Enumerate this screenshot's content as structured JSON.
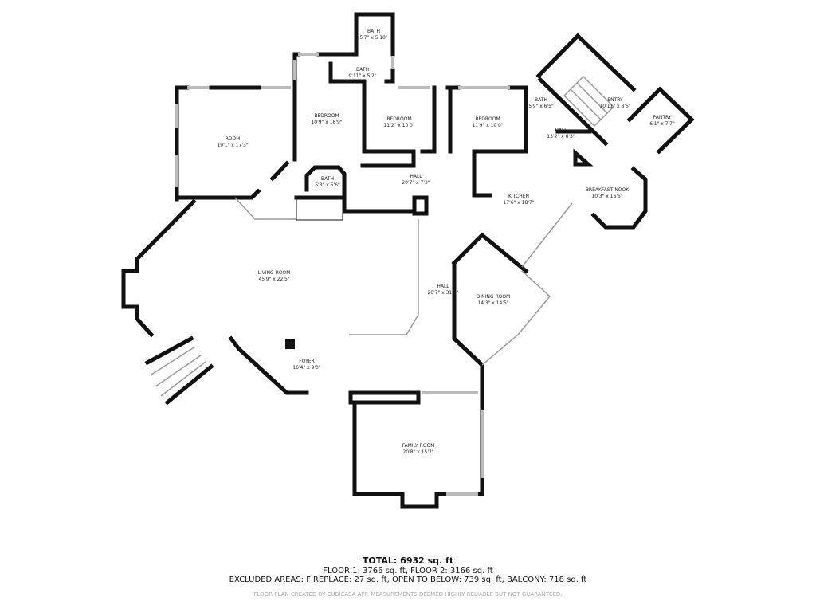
{
  "rooms": [
    {
      "name": "BATH",
      "size": "5'7\" x 5'10\""
    },
    {
      "name": "BATH",
      "size": "9'11\" x 5'2\""
    },
    {
      "name": "ROOM",
      "size": "19'1\" x 17'3\""
    },
    {
      "name": "BEDROOM",
      "size": "10'9\" x 18'9\""
    },
    {
      "name": "BEDROOM",
      "size": "11'2\" x 10'0\""
    },
    {
      "name": "BEDROOM",
      "size": "11'9\" x 10'0\""
    },
    {
      "name": "BATH",
      "size": "5'9\" x 6'5\""
    },
    {
      "name": "ENTRY",
      "size": "10'11\" x 8'5\""
    },
    {
      "name": "PANTRY",
      "size": "6'1\" x 7'7\""
    },
    {
      "name": "HALL",
      "size": "13'2\" x 6'3\""
    },
    {
      "name": "BATH",
      "size": "5'3\" x 5'6\""
    },
    {
      "name": "HALL",
      "size": "20'7\" x 7'3\""
    },
    {
      "name": "KITCHEN",
      "size": "17'6\" x 18'7\""
    },
    {
      "name": "BREAKFAST NOOK",
      "size": "10'3\" x 16'5\""
    },
    {
      "name": "LIVING ROOM",
      "size": "45'9\" x 22'5\""
    },
    {
      "name": "HALL",
      "size": "20'7\" x 31'8\""
    },
    {
      "name": "DINING ROOM",
      "size": "14'3\" x 14'5\""
    },
    {
      "name": "FOYER",
      "size": "16'4\" x 9'0\""
    },
    {
      "name": "FAMILY ROOM",
      "size": "20'8\" x 15'7\""
    }
  ],
  "footer": {
    "total": "TOTAL: 6932 sq. ft",
    "floors": "FLOOR 1: 3766 sq. ft, FLOOR 2: 3166 sq. ft",
    "excluded": "EXCLUDED AREAS: FIREPLACE: 27 sq. ft, OPEN TO BELOW: 739 sq. ft, BALCONY: 718 sq. ft",
    "credit": "FLOOR PLAN CREATED BY CUBICASA APP. MEASUREMENTS DEEMED HIGHLY RELIABLE BUT NOT GUARANTEED."
  }
}
